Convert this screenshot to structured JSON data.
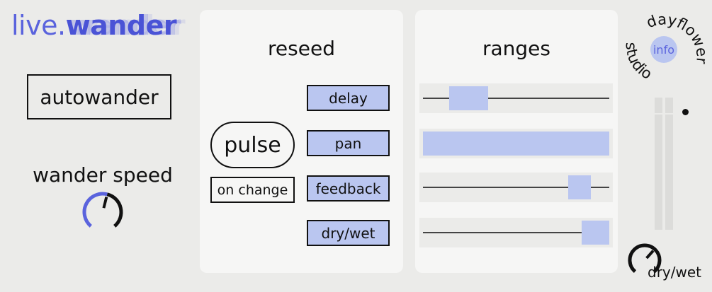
{
  "header": {
    "title_prefix": "live.",
    "title_main": "wander"
  },
  "left": {
    "autowander_label": "autowander",
    "wander_speed_label": "wander speed",
    "wander_speed_value": 0.55
  },
  "reseed": {
    "title": "reseed",
    "pulse_label": "pulse",
    "on_change_label": "on change",
    "targets": [
      "delay",
      "pan",
      "feedback",
      "dry/wet"
    ]
  },
  "ranges": {
    "title": "ranges",
    "rows": [
      {
        "name": "delay",
        "low": 0.14,
        "high": 0.35
      },
      {
        "name": "pan",
        "low": 0.0,
        "high": 1.0
      },
      {
        "name": "feedback",
        "low": 0.78,
        "high": 0.9
      },
      {
        "name": "dry/wet",
        "low": 0.85,
        "high": 1.0
      }
    ]
  },
  "brand": {
    "line1": "dayflower",
    "line2": "studio",
    "info_label": "info"
  },
  "output": {
    "drywet_label": "dry/wet",
    "drywet_value": 0.65
  },
  "colors": {
    "accent": "#5a63dd",
    "highlight": "#bac6f0",
    "panel": "#f6f6f5",
    "background": "#ebebe9"
  }
}
